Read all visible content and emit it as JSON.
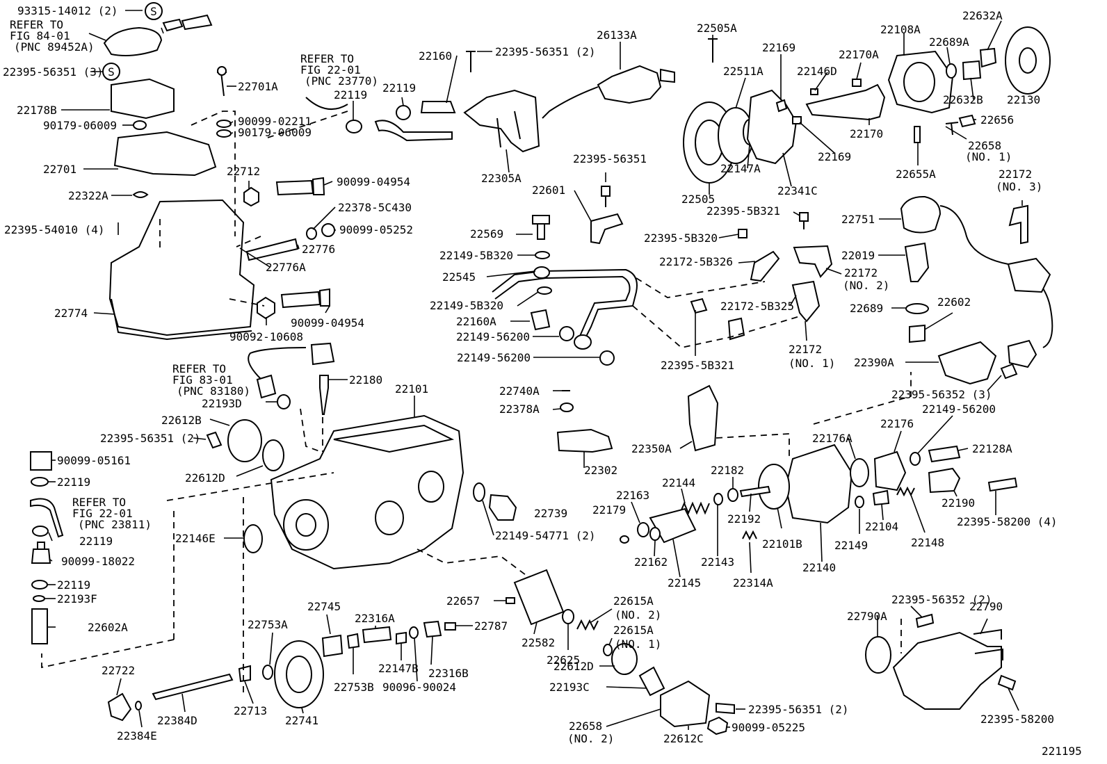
{
  "labels": {
    "l93315": "93315-14012 (2)",
    "lS1": "S",
    "lS2": "S",
    "ref84a": "REFER TO",
    "ref84b": "FIG 84-01",
    "ref84c": "(PNC 89452A)",
    "l22395_3": "22395-56351 (3)",
    "l22178B": "22178B",
    "l90179a": "90179-06009",
    "l22701": "22701",
    "l22322A": "22322A",
    "l22395_54010": "22395-54010 (4)",
    "l22774": "22774",
    "ref2201a": "REFER TO",
    "ref2201b": "FIG 22-01",
    "ref2201c": "(PNC 23770)",
    "l22701A": "22701A",
    "l90099_02211": "90099-02211",
    "l90179b": "90179-06009",
    "l22119a": "22119",
    "l22119b": "22119",
    "l22160": "22160",
    "l22395_2a": "22395-56351 (2)",
    "l26133A": "26133A",
    "l22305A": "22305A",
    "l22712": "22712",
    "l90099_04954a": "90099-04954",
    "l22378_5C430": "22378-5C430",
    "l90099_05252": "90099-05252",
    "l22776": "22776",
    "l22776A": "22776A",
    "l90092": "90092-10608",
    "l90099_04954b": "90099-04954",
    "l22395_56351s": "22395-56351",
    "l22601": "22601",
    "l22569": "22569",
    "l22149_5B320a": "22149-5B320",
    "l22545": "22545",
    "l22149_5B320b": "22149-5B320",
    "l22160A": "22160A",
    "l22149_56200a": "22149-56200",
    "l22149_56200b": "22149-56200",
    "l22505A": "22505A",
    "l22511A": "22511A",
    "l22169a": "22169",
    "l22146D": "22146D",
    "l22170A": "22170A",
    "l22108A": "22108A",
    "l22689A": "22689A",
    "l22632A": "22632A",
    "l22632B": "22632B",
    "l22130": "22130",
    "l22170": "22170",
    "l22169b": "22169",
    "l22147A": "22147A",
    "l22505": "22505",
    "l22341C": "22341C",
    "l22656": "22656",
    "l22658n1a": "22658",
    "l22658n1b": "(NO. 1)",
    "l22655A": "22655A",
    "l22172n3a": "22172",
    "l22172n3b": "(NO. 3)",
    "l22395_5B321a": "22395-5B321",
    "l22395_5B320": "22395-5B320",
    "l22172_5B326": "22172-5B326",
    "l22172n2a": "22172",
    "l22172n2b": "(NO. 2)",
    "l22172_5B325": "22172-5B325",
    "l22395_5B321b": "22395-5B321",
    "l22172n1a": "22172",
    "l22172n1b": "(NO. 1)",
    "l22751": "22751",
    "l22019": "22019",
    "l22689": "22689",
    "l22602": "22602",
    "l22390A": "22390A",
    "l22395_56352_3": "22395-56352 (3)",
    "l22149_56200c": "22149-56200",
    "ref8301a": "REFER TO",
    "ref8301b": "FIG 83-01",
    "ref8301c": "(PNC 83180)",
    "l22193D": "22193D",
    "l22180": "22180",
    "l22101": "22101",
    "l22612B": "22612B",
    "l22395_2b": "22395-56351 (2)",
    "l22612D": "22612D",
    "l90099_05161": "90099-05161",
    "l22119c": "22119",
    "ref2201d": "REFER TO",
    "ref2201e": "FIG 22-01",
    "ref2201f": "(PNC 23811)",
    "l22119d": "22119",
    "l90099_18022": "90099-18022",
    "l22119e": "22119",
    "l22193F": "22193F",
    "l22602A": "22602A",
    "l22146E": "22146E",
    "l22740A": "22740A",
    "l22378A": "22378A",
    "l22302": "22302",
    "l22739": "22739",
    "l22149_54771": "22149-54771 (2)",
    "l22350A": "22350A",
    "l22176A": "22176A",
    "l22176": "22176",
    "l22128A": "22128A",
    "l22182": "22182",
    "l22144": "22144",
    "l22163": "22163",
    "l22179": "22179",
    "l22192": "22192",
    "l22190": "22190",
    "l22395_58200_4": "22395-58200 (4)",
    "l22162": "22162",
    "l22145": "22145",
    "l22143": "22143",
    "l22101B": "22101B",
    "l22140": "22140",
    "l22149": "22149",
    "l22104": "22104",
    "l22148": "22148",
    "l22314A": "22314A",
    "l22657": "22657",
    "l22615An2a": "22615A",
    "l22615An2b": "(NO. 2)",
    "l22615An1a": "22615A",
    "l22615An1b": "(NO. 1)",
    "l22745": "22745",
    "l22753A": "22753A",
    "l22316A": "22316A",
    "l22787": "22787",
    "l22582": "22582",
    "l22625": "22625",
    "l22753B": "22753B",
    "l22147B": "22147B",
    "l22316B": "22316B",
    "l90096": "90096-90024",
    "l22612Db": "22612D",
    "l22193C": "22193C",
    "l22658n2a": "22658",
    "l22658n2b": "(NO. 2)",
    "l22395_2c": "22395-56351 (2)",
    "l90099_05225": "90099-05225",
    "l22612C": "22612C",
    "l22722": "22722",
    "l22384D": "22384D",
    "l22713": "22713",
    "l22741": "22741",
    "l22384E": "22384E",
    "l22395_56352_2": "22395-56352 (2)",
    "l22790A": "22790A",
    "l22790": "22790",
    "l22395_58200": "22395-58200",
    "l221195": "221195"
  }
}
